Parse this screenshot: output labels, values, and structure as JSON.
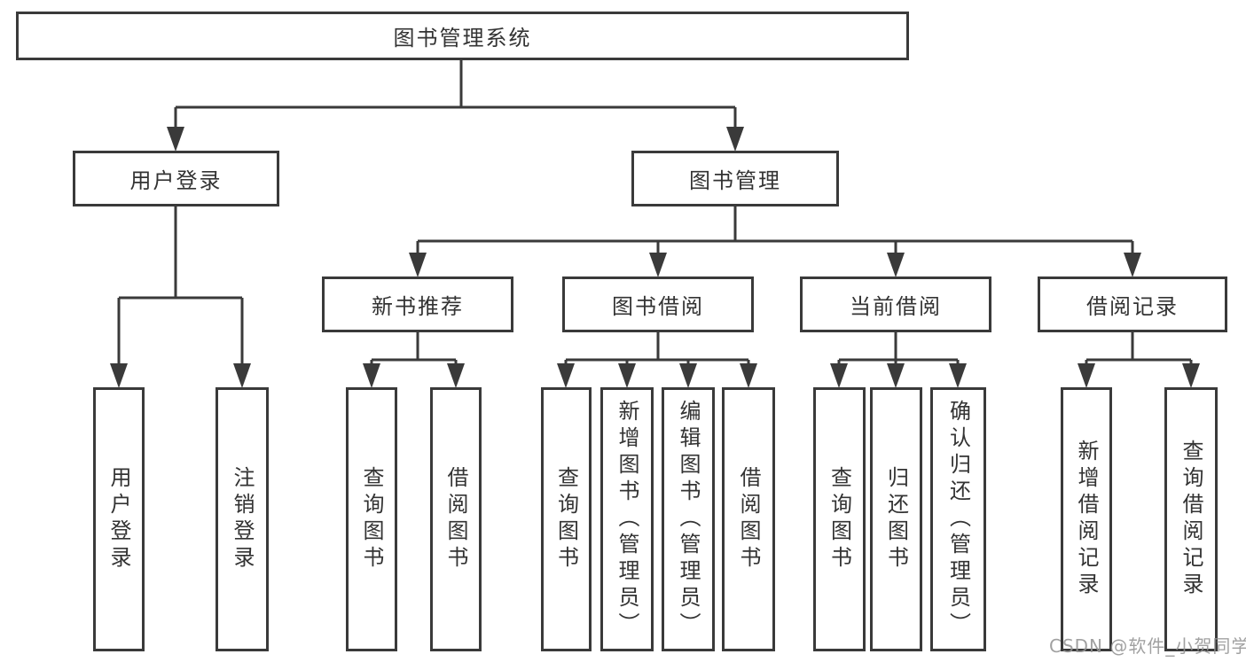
{
  "page": {
    "background": "#ffffff",
    "line_color": "#3a3a3a",
    "text_color": "#333333",
    "watermark": "CSDN @软件_小贺同学",
    "watermark_color": "#949494"
  },
  "tree": {
    "root": {
      "label": "图书管理系统"
    },
    "branches": [
      {
        "label": "用户登录",
        "children": [
          {
            "label": "用户登录"
          },
          {
            "label": "注销登录"
          }
        ]
      },
      {
        "label": "图书管理",
        "groups": [
          {
            "label": "新书推荐",
            "children": [
              {
                "label": "查询图书"
              },
              {
                "label": "借阅图书"
              }
            ]
          },
          {
            "label": "图书借阅",
            "children": [
              {
                "label": "查询图书"
              },
              {
                "label": "新增图书（管理员）"
              },
              {
                "label": "编辑图书（管理员）"
              },
              {
                "label": "借阅图书"
              }
            ]
          },
          {
            "label": "当前借阅",
            "children": [
              {
                "label": "查询图书"
              },
              {
                "label": "归还图书"
              },
              {
                "label": "确认归还（管理员）"
              }
            ]
          },
          {
            "label": "借阅记录",
            "children": [
              {
                "label": "新增借阅记录"
              },
              {
                "label": "查询借阅记录"
              }
            ]
          }
        ]
      }
    ]
  }
}
